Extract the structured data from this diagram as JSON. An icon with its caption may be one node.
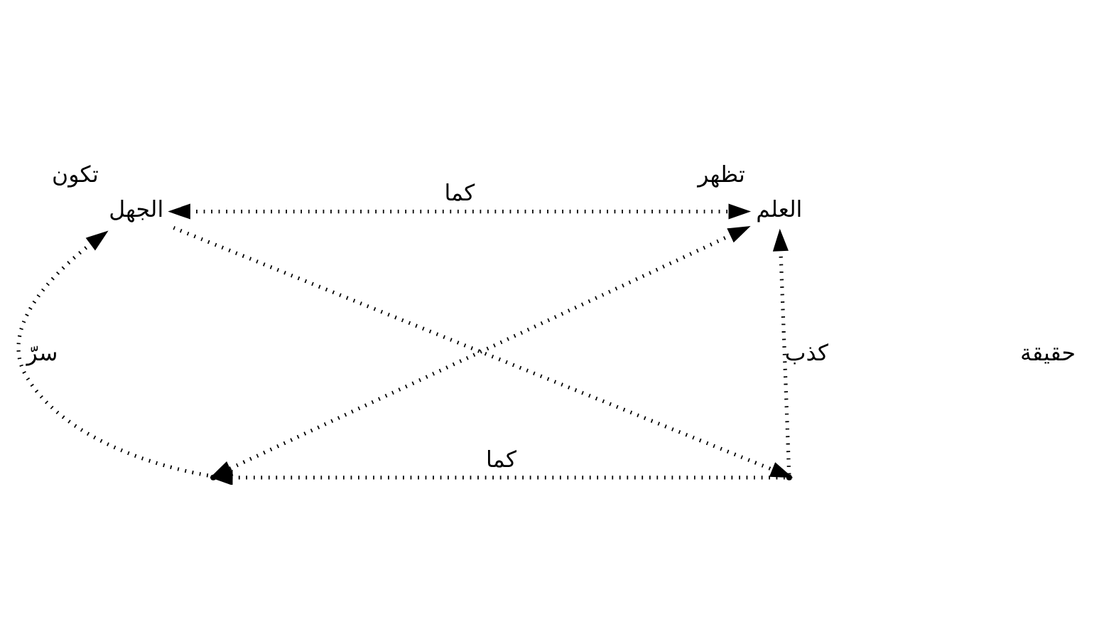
{
  "diagram": {
    "nodes": [
      {
        "text": [
          "الجهل"
        ],
        "beside": [
          "تكون"
        ]
      },
      {
        "text": [
          "العلم"
        ],
        "beside": [
          "تظهر"
        ]
      },
      {
        "text": [],
        "shape": "point"
      },
      {
        "text": [],
        "shape": "point"
      }
    ],
    "edges": [
      {
        "from": 0,
        "to": 1,
        "arrow": "both",
        "label": "كما"
      },
      {
        "from": 2,
        "to": 0,
        "arrow": "to",
        "label": "سرّ"
      },
      {
        "from": 3,
        "to": 1,
        "arrow": "to",
        "label": "كذب"
      },
      {
        "from": 0,
        "to": 3,
        "arrow": "to"
      },
      {
        "from": 2,
        "to": 1,
        "arrow": "both"
      },
      {
        "from": 3,
        "to": 2,
        "arrow": "to",
        "label": "كما"
      }
    ],
    "labels": [
      "حقيقة"
    ]
  }
}
